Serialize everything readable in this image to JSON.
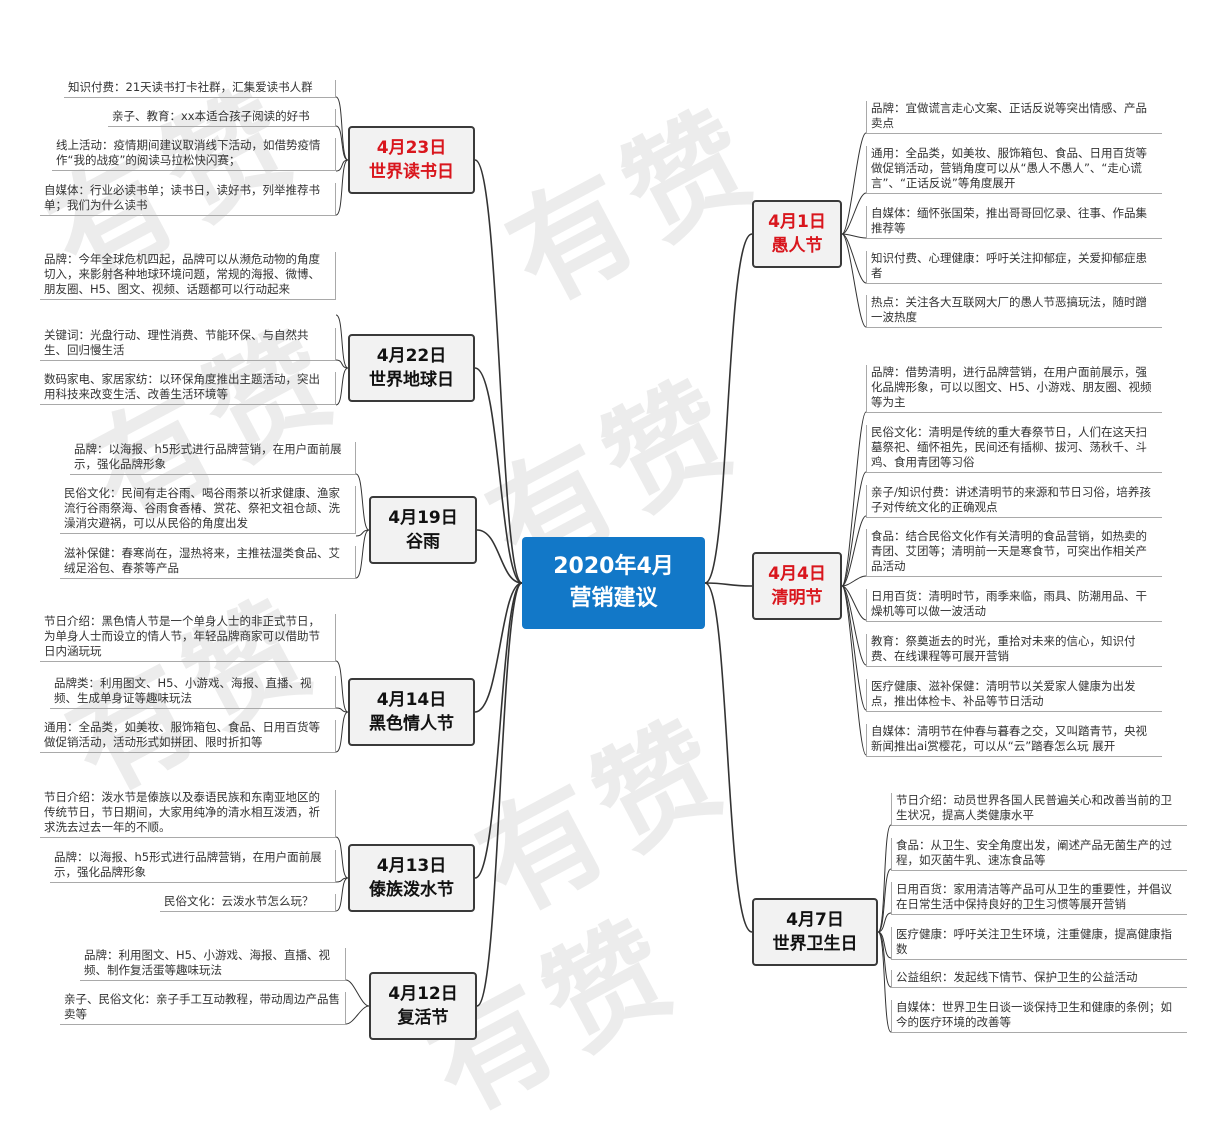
{
  "center": {
    "line1": "2020年4月",
    "line2": "营销建议"
  },
  "topics": [
    {
      "id": "t1",
      "line1": "4月23日",
      "line2": "世界读书日",
      "items": [
        "知识付费：21天读书打卡社群，汇集爱读书人群",
        "亲子、教育：xx本适合孩子阅读的好书",
        "线上活动：疫情期间建议取消线下活动，如借势疫情作“我的战疫”的阅读马拉松快闪赛；",
        "自媒体：行业必读书单；读书日，读好书，列举推荐书单；我们为什么读书"
      ]
    },
    {
      "id": "t2",
      "line1": "4月22日",
      "line2": "世界地球日",
      "items": [
        "品牌：今年全球危机四起，品牌可以从濒危动物的角度切入，来影射各种地球环境问题，常规的海报、微博、朋友圈、H5、图文、视频、话题都可以行动起来",
        "关键词：光盘行动、理性消费、节能环保、与自然共生、回归慢生活",
        "数码家电、家居家纺：以环保角度推出主题活动，突出用科技来改变生活、改善生活环境等"
      ]
    },
    {
      "id": "t3",
      "line1": "4月19日",
      "line2": "谷雨",
      "items": [
        "品牌：以海报、h5形式进行品牌营销，在用户面前展示，强化品牌形象",
        "民俗文化：民间有走谷雨、喝谷雨茶以祈求健康、渔家流行谷雨祭海、谷雨食香椿、赏花、祭祀文祖仓颉、洗澡消灾避祸，可以从民俗的角度出发",
        "滋补保健：春寒尚在，湿热将来，主推祛湿类食品、艾绒足浴包、春茶等产品"
      ]
    },
    {
      "id": "t4",
      "line1": "4月14日",
      "line2": "黑色情人节",
      "items": [
        "节日介绍：黑色情人节是一个单身人士的非正式节日，为单身人士而设立的情人节，年轻品牌商家可以借助节日内涵玩玩",
        "品牌类：利用图文、H5、小游戏、海报、直播、视频、生成单身证等趣味玩法",
        "通用：全品类，如美妆、服饰箱包、食品、日用百货等做促销活动，活动形式如拼团、限时折扣等"
      ]
    },
    {
      "id": "t5",
      "line1": "4月13日",
      "line2": "傣族泼水节",
      "items": [
        "节日介绍：泼水节是傣族以及泰语民族和东南亚地区的传统节日，节日期间，大家用纯净的清水相互泼洒，祈求洗去过去一年的不顺。",
        "品牌：以海报、h5形式进行品牌营销，在用户面前展示，强化品牌形象",
        "民俗文化：云泼水节怎么玩？"
      ]
    },
    {
      "id": "t6",
      "line1": "4月12日",
      "line2": "复活节",
      "items": [
        "品牌：利用图文、H5、小游戏、海报、直播、视频、制作复活蛋等趣味玩法",
        "亲子、民俗文化：亲子手工互动教程，带动周边产品售卖等"
      ]
    },
    {
      "id": "t7",
      "line1": "4月1日",
      "line2": "愚人节",
      "items": [
        "品牌：宜做谎言走心文案、正话反说等突出情感、产品卖点",
        "通用：全品类，如美妆、服饰箱包、食品、日用百货等做促销活动，营销角度可以从“愚人不愚人”、“走心谎言”、“正话反说”等角度展开",
        "自媒体：缅怀张国荣，推出哥哥回忆录、往事、作品集推荐等",
        "知识付费、心理健康：呼吁关注抑郁症，关爱抑郁症患者",
        "热点：关注各大互联网大厂的愚人节恶搞玩法，随时蹭一波热度"
      ]
    },
    {
      "id": "t8",
      "line1": "4月4日",
      "line2": "清明节",
      "items": [
        "品牌：借势清明，进行品牌营销，在用户面前展示，强化品牌形象，可以以图文、H5、小游戏、朋友圈、视频等为主",
        "民俗文化：清明是传统的重大春祭节日，人们在这天扫墓祭祀、缅怀祖先，民间还有插柳、拔河、荡秋千、斗鸡、食用青团等习俗",
        "亲子/知识付费：讲述清明节的来源和节日习俗，培养孩子对传统文化的正确观点",
        "食品：结合民俗文化作有关清明的食品营销，如热卖的青团、艾团等；清明前一天是寒食节，可突出作相关产品活动",
        "日用百货：清明时节，雨季来临，雨具、防潮用品、干燥机等可以做一波活动",
        "教育：祭奠逝去的时光，重拾对未来的信心，知识付费、在线课程等可展开营销",
        "医疗健康、滋补保健：清明节以关爱家人健康为出发点，推出体检卡、补品等节日活动",
        "自媒体：清明节在仲春与暮春之交，又叫踏青节，央视新闻推出ai赏樱花，可以从“云”踏春怎么玩 展开"
      ]
    },
    {
      "id": "t9",
      "line1": "4月7日",
      "line2": "世界卫生日",
      "items": [
        "节日介绍：动员世界各国人民普遍关心和改善当前的卫生状况，提高人类健康水平",
        "食品：从卫生、安全角度出发，阐述产品无菌生产的过程，如灭菌牛乳、速冻食品等",
        "日用百货：家用清洁等产品可从卫生的重要性，并倡议在日常生活中保持良好的卫生习惯等展开营销",
        "医疗健康：呼吁关注卫生环境，注重健康，提高健康指数",
        "公益组织：发起线下情节、保护卫生的公益活动",
        "自媒体：世界卫生日谈一谈保持卫生和健康的条例；如今的医疗环境的改善等"
      ]
    }
  ]
}
